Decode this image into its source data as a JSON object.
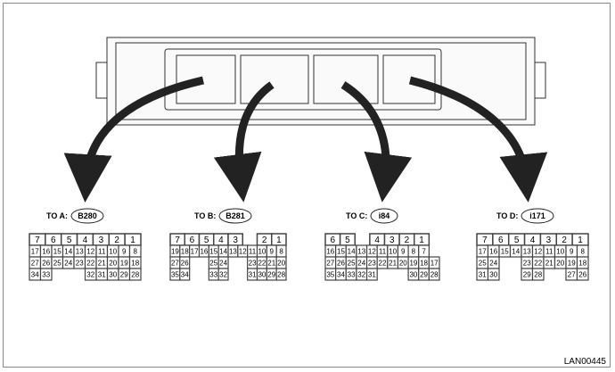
{
  "connectors": [
    {
      "prefix": "TO A:",
      "code": "B280",
      "top": [
        "7",
        "6",
        "5",
        "4",
        "3",
        "2",
        "1"
      ],
      "rows": [
        [
          "17",
          "16",
          "15",
          "14",
          "13",
          "12",
          "11",
          "10",
          "9",
          "8"
        ],
        [
          "27",
          "26",
          "25",
          "24",
          "23",
          "22",
          "21",
          "20",
          "19",
          "18"
        ],
        [
          "34",
          "33",
          null,
          null,
          null,
          "32",
          "31",
          "30",
          "29",
          "28"
        ]
      ]
    },
    {
      "prefix": "TO B:",
      "code": "B281",
      "top": [
        "7",
        "6",
        "5",
        "4",
        "3",
        null,
        "2",
        "1"
      ],
      "rows": [
        [
          "19",
          "18",
          "17",
          "16",
          "15",
          "14",
          "13",
          "12",
          "11",
          "10",
          "9",
          "8"
        ],
        [
          "27",
          "26",
          null,
          null,
          "25",
          "24",
          null,
          null,
          "23",
          "22",
          "21",
          "20"
        ],
        [
          "35",
          "34",
          null,
          null,
          "33",
          "32",
          null,
          null,
          "31",
          "30",
          "29",
          "28"
        ]
      ]
    },
    {
      "prefix": "TO C:",
      "code": "i84",
      "top": [
        "6",
        "5",
        null,
        "4",
        "3",
        "2",
        "1"
      ],
      "rows": [
        [
          "16",
          "15",
          "14",
          "13",
          "12",
          "11",
          "10",
          "9",
          "8",
          "7",
          null
        ],
        [
          "27",
          "26",
          "25",
          "24",
          "23",
          "22",
          "21",
          "20",
          "19",
          "18",
          "17"
        ],
        [
          "35",
          "34",
          "33",
          "32",
          "31",
          null,
          null,
          null,
          "30",
          "29",
          "28"
        ]
      ]
    },
    {
      "prefix": "TO D:",
      "code": "i171",
      "top": [
        "7",
        "6",
        "5",
        "4",
        "3",
        "2",
        "1"
      ],
      "rows": [
        [
          "17",
          "16",
          "15",
          "14",
          "13",
          "12",
          "11",
          "10",
          "9",
          "8"
        ],
        [
          "25",
          "24",
          null,
          null,
          "23",
          "22",
          "21",
          "20",
          "19",
          "18"
        ],
        [
          "31",
          "30",
          null,
          null,
          "29",
          "28",
          null,
          null,
          "27",
          "26"
        ]
      ]
    }
  ],
  "figure_code": "LAN00445"
}
